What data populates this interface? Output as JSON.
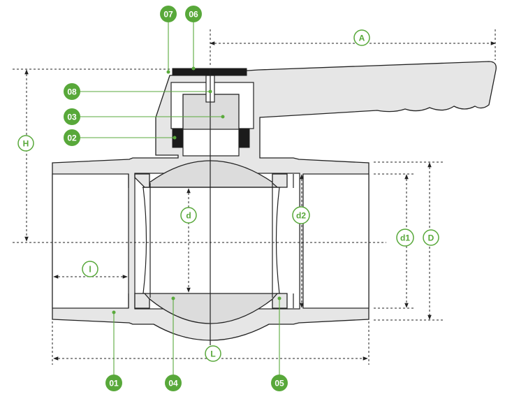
{
  "parts": [
    {
      "id": "part-01",
      "label": "01"
    },
    {
      "id": "part-02",
      "label": "02"
    },
    {
      "id": "part-03",
      "label": "03"
    },
    {
      "id": "part-04",
      "label": "04"
    },
    {
      "id": "part-05",
      "label": "05"
    },
    {
      "id": "part-06",
      "label": "06"
    },
    {
      "id": "part-07",
      "label": "07"
    },
    {
      "id": "part-08",
      "label": "08"
    }
  ],
  "dimensions": [
    {
      "id": "dim-A",
      "label": "A"
    },
    {
      "id": "dim-H",
      "label": "H"
    },
    {
      "id": "dim-d",
      "label": "d"
    },
    {
      "id": "dim-d2",
      "label": "d2"
    },
    {
      "id": "dim-d1",
      "label": "d1"
    },
    {
      "id": "dim-D",
      "label": "D"
    },
    {
      "id": "dim-l",
      "label": "l"
    },
    {
      "id": "dim-L",
      "label": "L"
    }
  ],
  "colors": {
    "accent": "#58a83a",
    "body_fill": "#e6e6e6",
    "outline": "#222222",
    "handle_cap": "#1b1b1b"
  }
}
